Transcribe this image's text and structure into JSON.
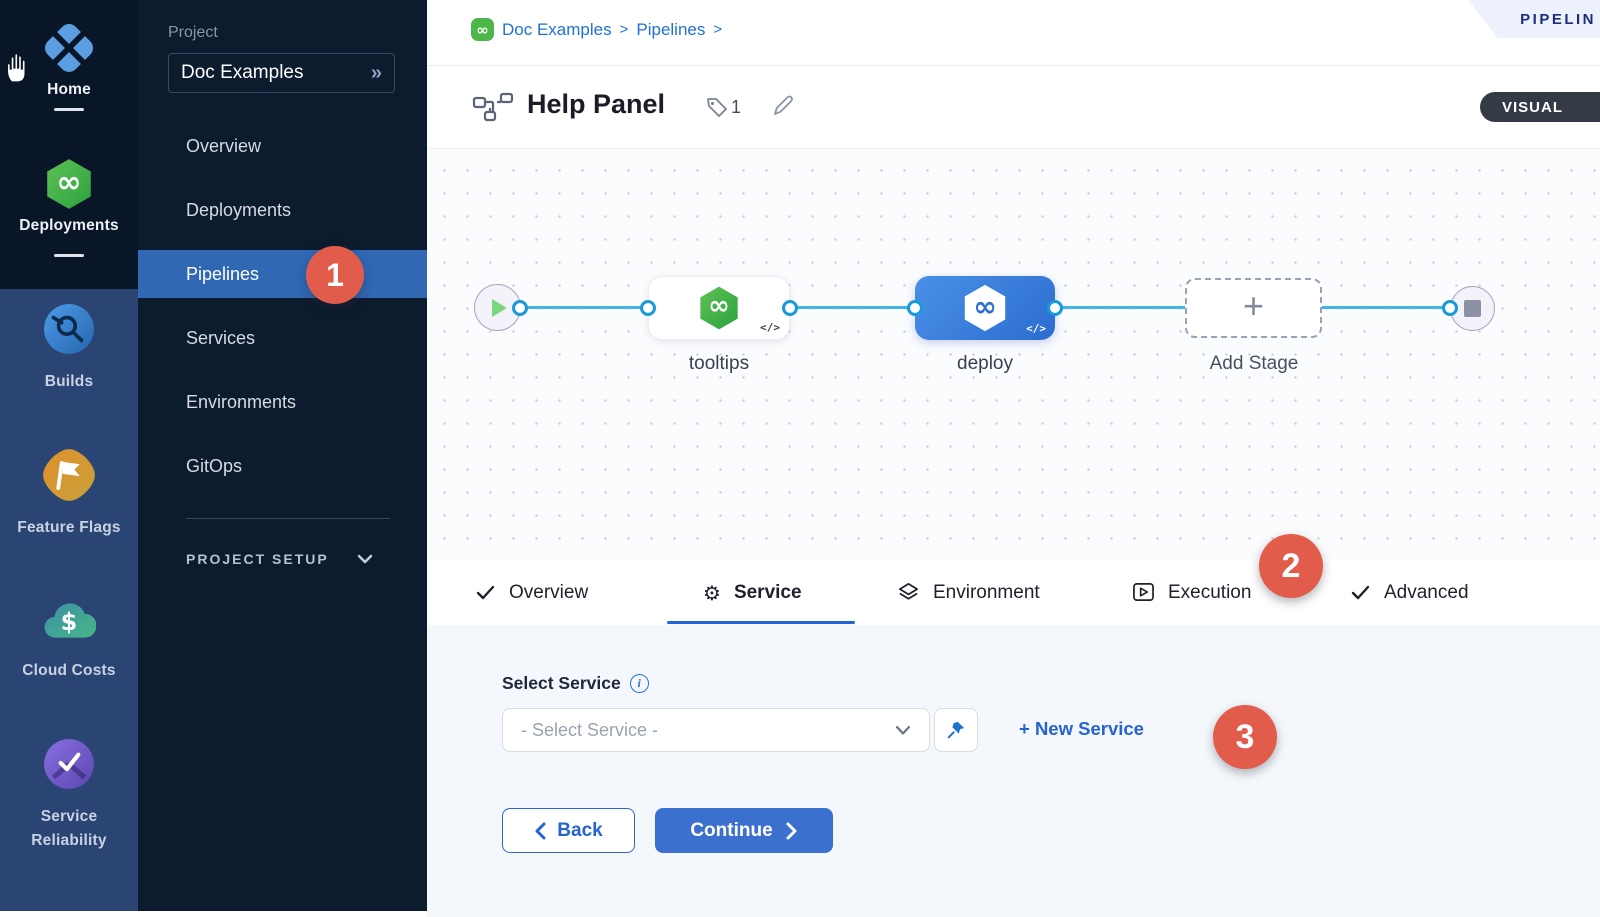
{
  "colors": {
    "sidebar_dark": "#0d1b2f",
    "module_strip_top": "#091628",
    "module_strip_bottom": "#2a4573",
    "active_nav_blue": "#3068b4",
    "badge_red": "#e25c4b",
    "link_blue": "#1f72d3",
    "primary_button_blue": "#3c70cf",
    "connector_blue": "#45b3e6"
  },
  "glyphs": {
    "infinity": "∞",
    "plus": "+",
    "code": "</>",
    "double_chevron": "»",
    "dollar": "$",
    "gear": "⚙"
  },
  "module_nav": {
    "home": "Home",
    "deployments": "Deployments",
    "builds": "Builds",
    "feature_flags": "Feature Flags",
    "cloud_costs": "Cloud Costs",
    "service_reliability": "Service Reliability"
  },
  "project_sidebar": {
    "section_label": "Project",
    "project_name": "Doc Examples",
    "items": [
      "Overview",
      "Deployments",
      "Pipelines",
      "Services",
      "Environments",
      "GitOps"
    ],
    "setup_label": "PROJECT SETUP"
  },
  "breadcrumb": {
    "project": "Doc Examples",
    "section": "Pipelines",
    "separator": ">"
  },
  "header": {
    "title": "Help Panel",
    "tag_count": "1",
    "ribbon": "PIPELIN",
    "mode": "VISUAL"
  },
  "canvas": {
    "stage1_label": "tooltips",
    "stage2_label": "deploy",
    "add_stage_label": "Add Stage"
  },
  "tabs": {
    "overview": "Overview",
    "service": "Service",
    "environment": "Environment",
    "execution": "Execution",
    "advanced": "Advanced"
  },
  "badges": {
    "step1": "1",
    "step2": "2",
    "step3": "3"
  },
  "form": {
    "label": "Select Service",
    "placeholder": "- Select Service -",
    "new_service": "+ New Service",
    "back": "Back",
    "continue": "Continue"
  }
}
